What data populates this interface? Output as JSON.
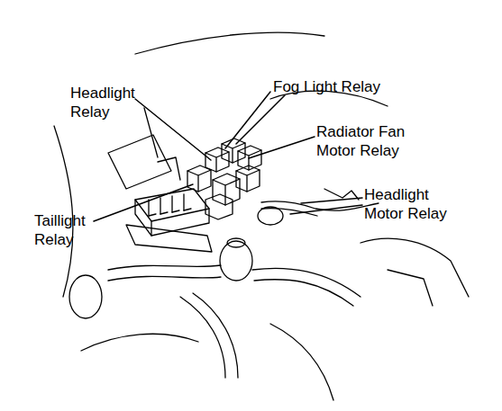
{
  "diagram": {
    "labels": [
      "Headlight Relay",
      "Fog Light Relay",
      "Radiator Fan Motor Relay",
      "Taillight Relay",
      "Headlight Motor Relay"
    ]
  }
}
